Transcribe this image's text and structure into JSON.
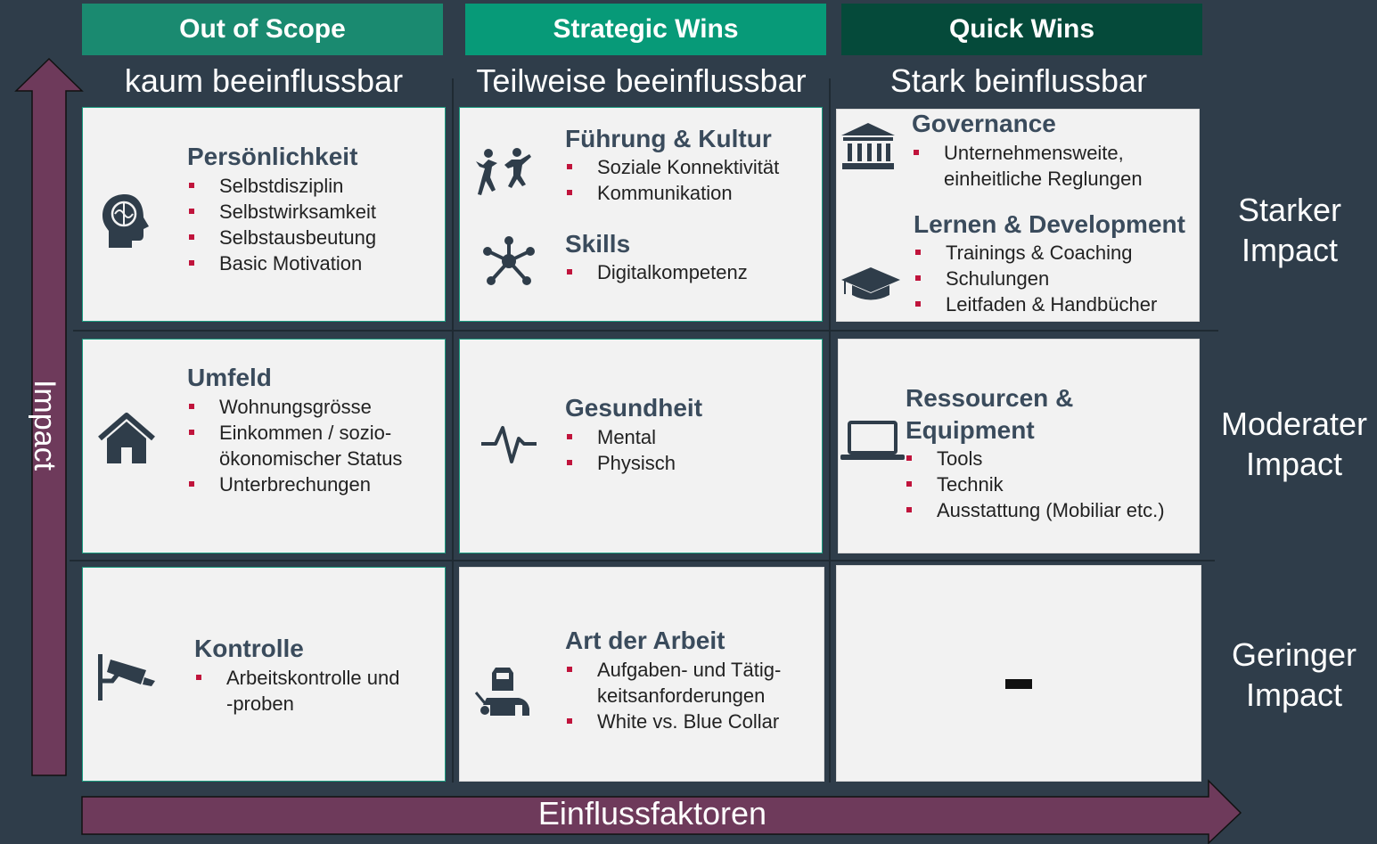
{
  "colors": {
    "background": "#2f3d4a",
    "out_of_scope": "#1a8a70",
    "strategic_wins": "#079a78",
    "quick_wins": "#054a3a",
    "arrow": "#6e3a5b",
    "heading_text": "#3a4b5c",
    "bullet": "#c0143c"
  },
  "columns": [
    {
      "header": "Out of Scope",
      "sub": "kaum beeinflussbar"
    },
    {
      "header": "Strategic Wins",
      "sub": "Teilweise beeinflussbar"
    },
    {
      "header": "Quick Wins",
      "sub": "Stark beinflussbar"
    }
  ],
  "rows": [
    {
      "label_line1": "Starker",
      "label_line2": "Impact"
    },
    {
      "label_line1": "Moderater",
      "label_line2": "Impact"
    },
    {
      "label_line1": "Geringer",
      "label_line2": "Impact"
    }
  ],
  "axes": {
    "x_label": "Einflussfaktoren",
    "y_label": "Impact"
  },
  "cells": {
    "c11": {
      "icon": "head-brain-icon",
      "title": "Persönlichkeit",
      "items": [
        "Selbstdisziplin",
        "Selbstwirksamkeit",
        "Selbstausbeutung",
        "Basic Motivation"
      ]
    },
    "c12": {
      "icon1": "dancing-people-icon",
      "title1": "Führung & Kultur",
      "items1": [
        "Soziale Konnektivität",
        "Kommunikation"
      ],
      "icon2": "network-icon",
      "title2": "Skills",
      "items2": [
        "Digitalkompetenz"
      ]
    },
    "c13": {
      "icon1": "institution-icon",
      "title1": "Governance",
      "items1": [
        "Unternehmensweite,",
        "einheitliche Reglungen"
      ],
      "icon2": "graduation-cap-icon",
      "title2": "Lernen & Development",
      "items2": [
        "Trainings & Coaching",
        "Schulungen",
        "Leitfaden & Handbücher"
      ]
    },
    "c21": {
      "icon": "house-icon",
      "title": "Umfeld",
      "items": [
        "Wohnungsgrösse",
        "Einkommen / sozio-",
        "ökonomischer Status",
        "Unterbrechungen"
      ]
    },
    "c22": {
      "icon": "heartbeat-icon",
      "title": "Gesundheit",
      "items": [
        "Mental",
        "Physisch"
      ]
    },
    "c23": {
      "icon": "laptop-icon",
      "title_line1": "Ressourcen &",
      "title_line2": "Equipment",
      "items": [
        "Tools",
        "Technik",
        "Ausstattung (Mobiliar etc.)"
      ]
    },
    "c31": {
      "icon": "surveillance-camera-icon",
      "title": "Kontrolle",
      "items": [
        "Arbeitskontrolle und",
        "-proben"
      ]
    },
    "c32": {
      "icon": "welder-worker-icon",
      "title": "Art der Arbeit",
      "items": [
        "Aufgaben- und Tätig-",
        "keitsanforderungen",
        "White vs. Blue Collar"
      ]
    },
    "c33": {
      "text": "-"
    }
  }
}
